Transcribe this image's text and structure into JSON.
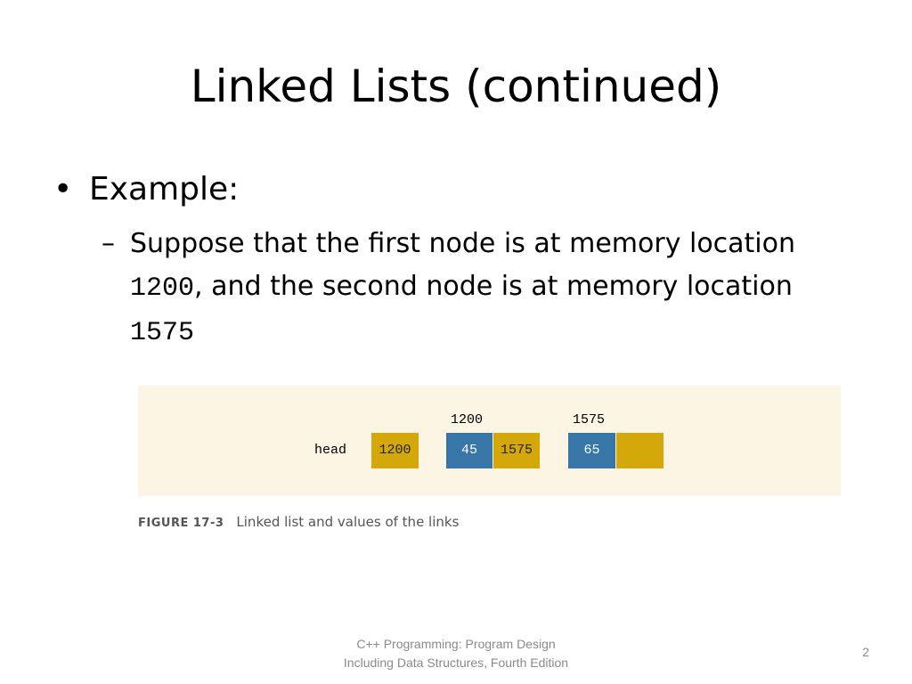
{
  "slide": {
    "title": "Linked Lists (continued)",
    "bullet": {
      "marker": "•",
      "text": "Example:"
    },
    "sub_bullet": {
      "marker": "–",
      "line1": "Suppose that the first node is at memory location",
      "addr1": "1200",
      "line2": ", and the second node is at memory location",
      "addr2": "1575"
    }
  },
  "figure": {
    "head_label": "head",
    "head_value": "1200",
    "node1": {
      "address": "1200",
      "info": "45",
      "link": "1575"
    },
    "node2": {
      "address": "1575",
      "info": "65",
      "link": ""
    },
    "caption_label": "FIGURE 17-3",
    "caption_text": "Linked list and values of the links",
    "colors": {
      "panel": "#fcf5e3",
      "link_cell": "#d4a809",
      "info_cell": "#3677a8"
    }
  },
  "footer": {
    "line1": "C++ Programming: Program Design",
    "line2": "Including Data Structures, Fourth Edition",
    "page_number": "2"
  }
}
